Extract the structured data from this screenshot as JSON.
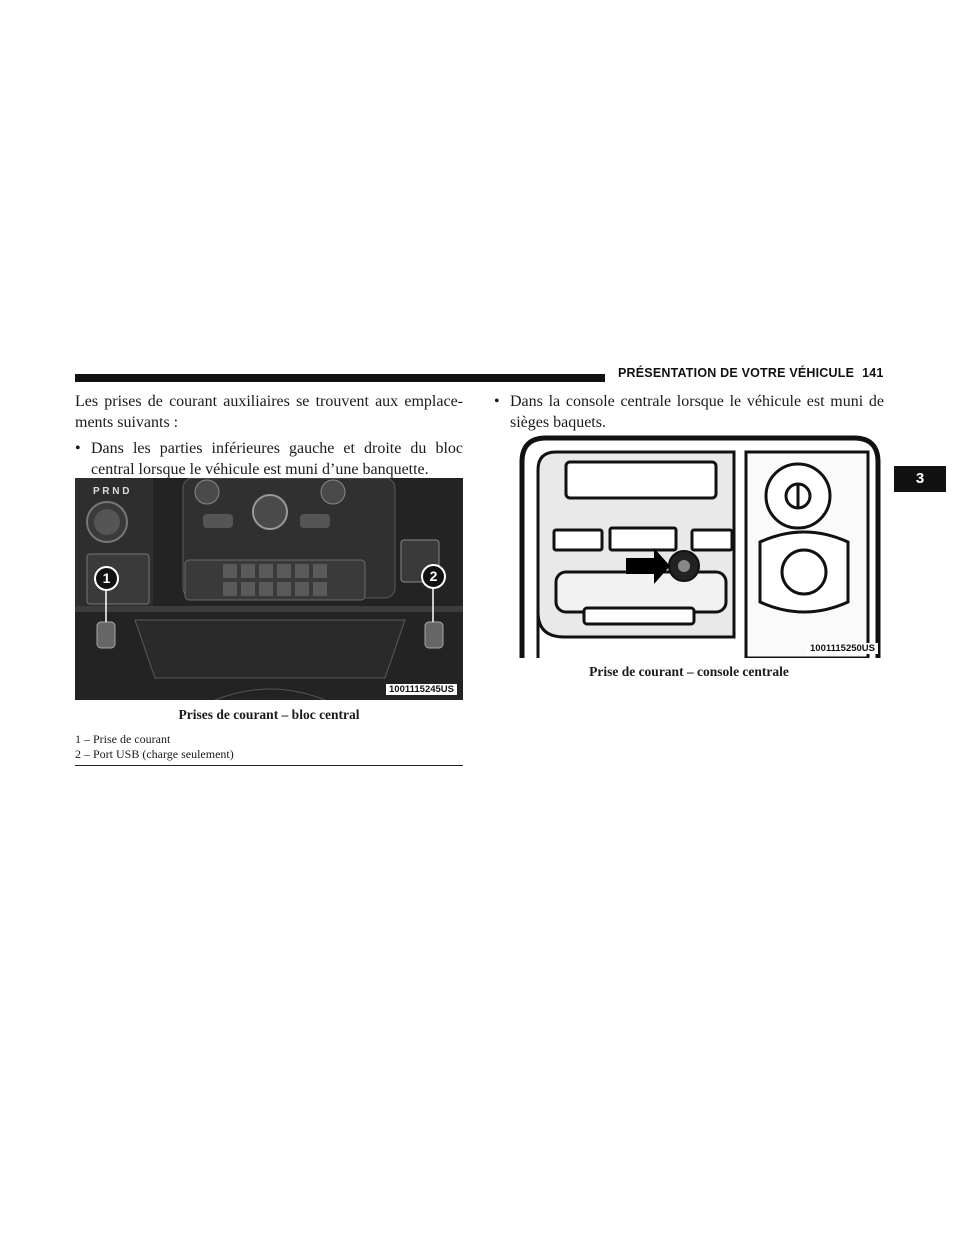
{
  "header": {
    "title": "PRÉSENTATION DE VOTRE VÉHICULE",
    "page_number": "141"
  },
  "chapter_tab": "3",
  "left_column": {
    "intro": "Les prises de courant auxiliaires se trouvent aux emplace-ments suivants :",
    "bullet_1": "Dans les parties inférieures gauche et droite du bloc central lorsque le véhicule est muni d’une banquette."
  },
  "right_column": {
    "bullet_2": "Dans la console centrale lorsque le véhicule est muni de sièges baquets."
  },
  "bullet_symbol": "•",
  "figure_1": {
    "code": "1001115245US",
    "caption": "Prises de courant – bloc central",
    "gear_label": "P R N D",
    "callout_1": "1",
    "callout_2": "2",
    "legend": [
      "1 – Prise de courant",
      "2 – Port USB (charge seulement)"
    ]
  },
  "figure_2": {
    "code": "1001115250US",
    "caption": "Prise de courant – console centrale"
  }
}
